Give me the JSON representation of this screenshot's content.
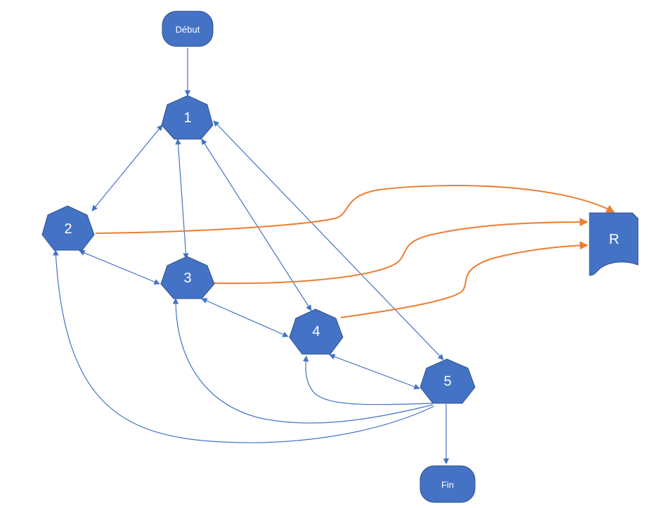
{
  "colors": {
    "node_fill": "#4472c4",
    "node_stroke": "#2f528f",
    "edge_blue": "#4472c4",
    "edge_orange": "#ed7d31",
    "text": "#ffffff"
  },
  "nodes": {
    "debut": {
      "label": "Début",
      "shape": "terminator"
    },
    "n1": {
      "label": "1",
      "shape": "heptagon"
    },
    "n2": {
      "label": "2",
      "shape": "heptagon"
    },
    "n3": {
      "label": "3",
      "shape": "heptagon"
    },
    "n4": {
      "label": "4",
      "shape": "heptagon"
    },
    "n5": {
      "label": "5",
      "shape": "heptagon"
    },
    "r": {
      "label": "R",
      "shape": "document"
    },
    "fin": {
      "label": "Fin",
      "shape": "terminator"
    }
  },
  "edges": [
    {
      "from": "debut",
      "to": "1",
      "direction": "one-way",
      "color": "blue"
    },
    {
      "from": "1",
      "to": "2",
      "direction": "two-way",
      "color": "blue"
    },
    {
      "from": "1",
      "to": "3",
      "direction": "two-way",
      "color": "blue"
    },
    {
      "from": "1",
      "to": "4",
      "direction": "two-way",
      "color": "blue"
    },
    {
      "from": "1",
      "to": "5",
      "direction": "two-way",
      "color": "blue"
    },
    {
      "from": "2",
      "to": "3",
      "direction": "two-way",
      "color": "blue"
    },
    {
      "from": "3",
      "to": "4",
      "direction": "two-way",
      "color": "blue"
    },
    {
      "from": "4",
      "to": "5",
      "direction": "two-way",
      "color": "blue"
    },
    {
      "from": "5",
      "to": "4",
      "direction": "one-way",
      "color": "blue"
    },
    {
      "from": "5",
      "to": "3",
      "direction": "one-way",
      "color": "blue"
    },
    {
      "from": "5",
      "to": "2",
      "direction": "one-way",
      "color": "blue"
    },
    {
      "from": "5",
      "to": "fin",
      "direction": "one-way",
      "color": "blue"
    },
    {
      "from": "2",
      "to": "R",
      "direction": "one-way",
      "color": "orange"
    },
    {
      "from": "3",
      "to": "R",
      "direction": "one-way",
      "color": "orange"
    },
    {
      "from": "4",
      "to": "R",
      "direction": "one-way",
      "color": "orange"
    }
  ]
}
